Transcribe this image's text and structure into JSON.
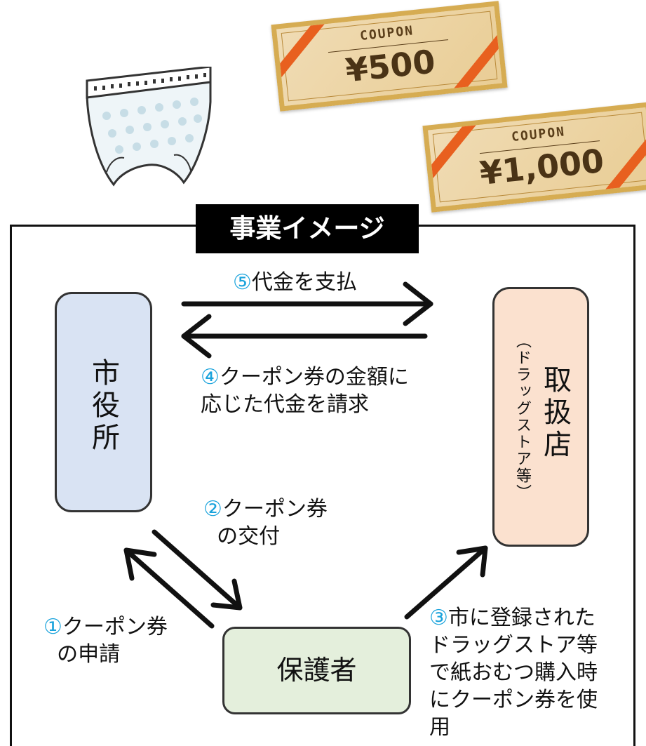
{
  "title": "事業イメージ",
  "coupons": [
    {
      "label": "COUPON",
      "amount": "¥500"
    },
    {
      "label": "COUPON",
      "amount": "¥1,000"
    }
  ],
  "nodes": {
    "city": "市役所",
    "shop": "取扱店",
    "shop_sub": "（ドラッグストア等）",
    "guardian": "保護者"
  },
  "steps": {
    "s1": {
      "num": "①",
      "text": "クーポン券\n  の申請"
    },
    "s2": {
      "num": "②",
      "text": "クーポン券\n  の交付"
    },
    "s3": {
      "num": "③",
      "text": "市に登録された\nドラッグストア等\nで紙おむつ購入時\nにクーポン券を使\n用"
    },
    "s4": {
      "num": "④",
      "text": "クーポン券の金額に\n応じた代金を請求"
    },
    "s5": {
      "num": "⑤",
      "text": "代金を支払"
    }
  },
  "colors": {
    "step_number": "#1aa3dc",
    "city_fill": "#d9e3f3",
    "shop_fill": "#fbe1cf",
    "guardian_fill": "#e4efdc",
    "coupon_ribbon": "#e8601f"
  },
  "icons": [
    "diaper-icon",
    "coupon-icon"
  ]
}
